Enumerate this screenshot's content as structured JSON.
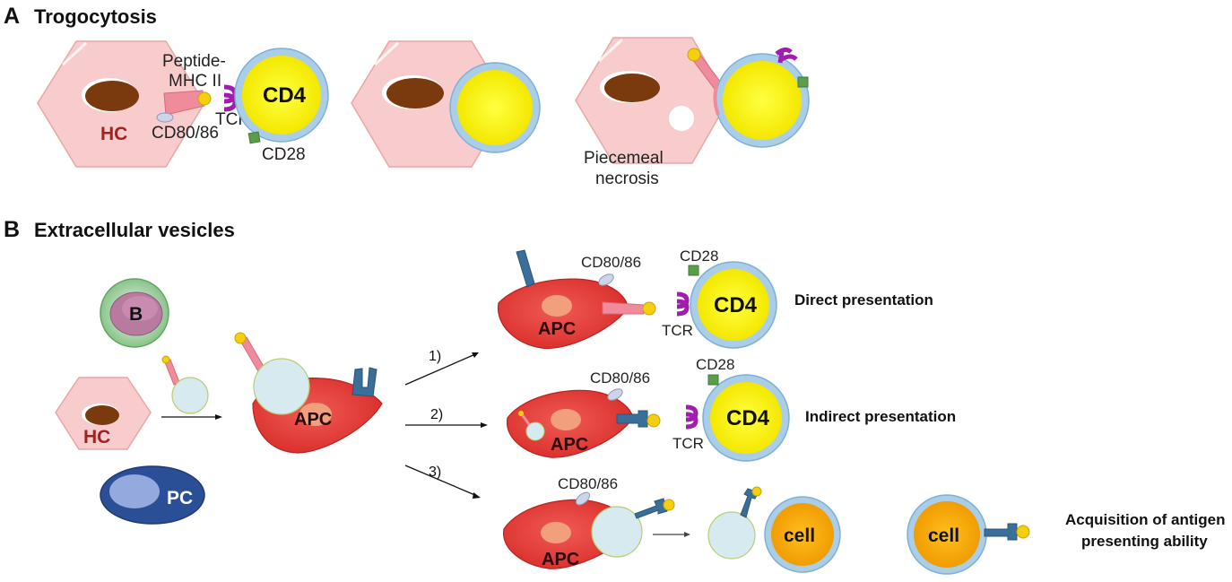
{
  "panels": {
    "a": {
      "letter": "A",
      "title": "Trogocytosis"
    },
    "b": {
      "letter": "B",
      "title": "Extracellular vesicles"
    }
  },
  "labels": {
    "hc": "HC",
    "cd4": "CD4",
    "peptide_mhc_line1": "Peptide-",
    "peptide_mhc_line2": "MHC II",
    "tcr": "TCR",
    "cd80_86": "CD80/86",
    "cd28": "CD28",
    "necrosis_line1": "Piecemeal",
    "necrosis_line2": "necrosis",
    "b_cell": "B",
    "pc": "PC",
    "apc": "APC",
    "cell": "cell",
    "step1": "1)",
    "step2": "2)",
    "step3": "3)",
    "direct_presentation": "Direct presentation",
    "indirect_presentation": "Indirect presentation",
    "acquisition_line1": "Acquisition of antigen",
    "acquisition_line2": "presenting ability"
  },
  "colors": {
    "hepatocyte": "#f8cccc",
    "nucleus": "#7a3a0e",
    "t_cell_core": "#fff200",
    "membrane": "#aacde8",
    "apc": "#e8403c",
    "apc_nucleus": "#f2a07c",
    "vesicle": "#d6eaf0",
    "tcr": "#a21caf",
    "cd28": "#5a9e4c",
    "mhc_i": "#3a6f99",
    "peptide": "#f4cf10",
    "plasma_cell": "#2b4f96",
    "b_cell": "#b97aa0",
    "other_cell": "#f5a800"
  }
}
